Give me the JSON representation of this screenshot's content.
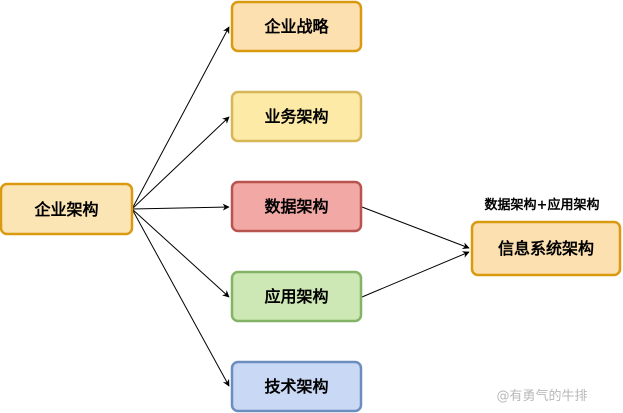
{
  "nodes": {
    "enterprise": {
      "label": "企业架构",
      "fill": "#fce5b4",
      "stroke": "#d99a10"
    },
    "strategy": {
      "label": "企业战略",
      "fill": "#fde0b0",
      "stroke": "#d99a10"
    },
    "business": {
      "label": "业务架构",
      "fill": "#fdeaa6",
      "stroke": "#d6b656"
    },
    "data": {
      "label": "数据架构",
      "fill": "#f2a8a4",
      "stroke": "#b85450"
    },
    "application": {
      "label": "应用架构",
      "fill": "#cde8b4",
      "stroke": "#82b366"
    },
    "technology": {
      "label": "技术架构",
      "fill": "#c9d8f4",
      "stroke": "#6c8ebf"
    },
    "infosys": {
      "label": "信息系统架构",
      "fill": "#fde0b0",
      "stroke": "#d99a10"
    }
  },
  "edge_label": "数据架构+应用架构",
  "edges": [
    {
      "from": "enterprise",
      "to": "strategy"
    },
    {
      "from": "enterprise",
      "to": "business"
    },
    {
      "from": "enterprise",
      "to": "data"
    },
    {
      "from": "enterprise",
      "to": "application"
    },
    {
      "from": "enterprise",
      "to": "technology"
    },
    {
      "from": "data",
      "to": "infosys"
    },
    {
      "from": "application",
      "to": "infosys"
    }
  ],
  "watermark": "@有勇气的牛排"
}
